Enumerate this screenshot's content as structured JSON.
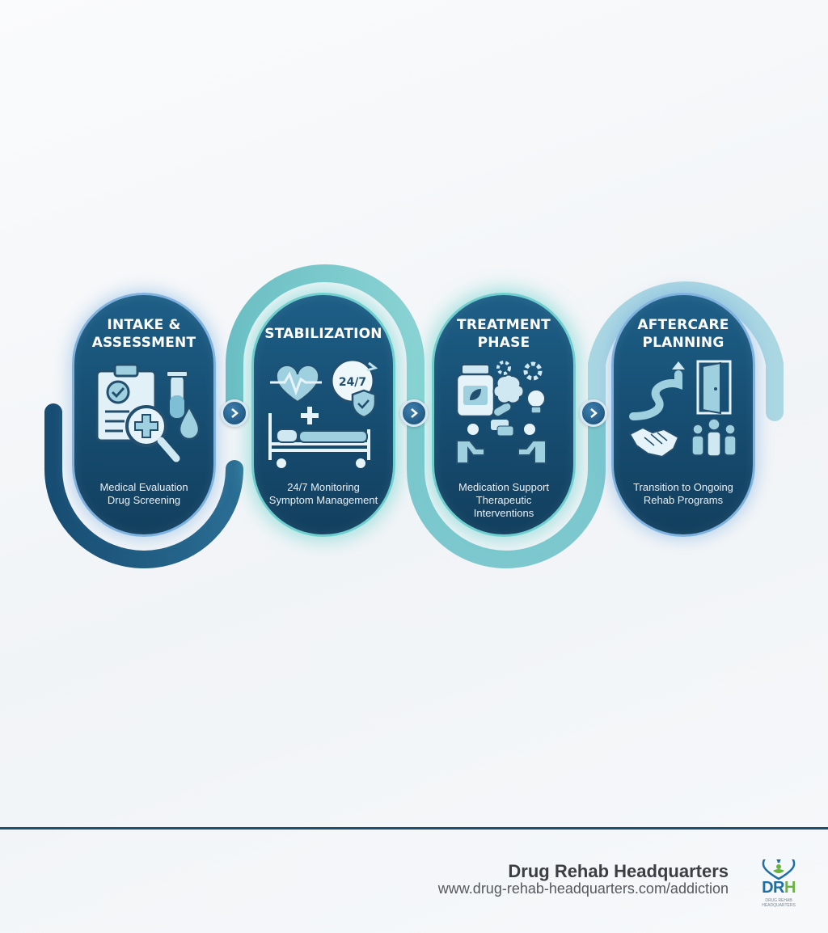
{
  "stages": [
    {
      "title": "INTAKE &\nASSESSMENT",
      "description": "Medical Evaluation\nDrug Screening",
      "icons": [
        "clipboard-check-icon",
        "magnifier-medical-cross-icon",
        "test-tube-icon",
        "blood-drop-icon"
      ]
    },
    {
      "title": "STABILIZATION",
      "description": "24/7 Monitoring\nSymptom Management",
      "icons": [
        "heartbeat-icon",
        "clock-24-7-icon",
        "shield-check-icon",
        "hospital-bed-icon"
      ],
      "clock_text": "24/7"
    },
    {
      "title": "TREATMENT\nPHASE",
      "description": "Medication Support\nTherapeutic\nInterventions",
      "icons": [
        "medicine-bottle-icon",
        "brain-gears-icon",
        "lightbulb-icon",
        "therapy-session-icon"
      ]
    },
    {
      "title": "AFTERCARE\nPLANNING",
      "description": "Transition to Ongoing\nRehab Programs",
      "icons": [
        "winding-path-arrow-icon",
        "open-door-icon",
        "handshake-icon",
        "group-people-icon"
      ]
    }
  ],
  "connectors": [
    "chevron-right-icon",
    "chevron-right-icon",
    "chevron-right-icon"
  ],
  "footer": {
    "brand": "Drug Rehab Headquarters",
    "url": "www.drug-rehab-headquarters.com/addiction",
    "logo_text": "DRH",
    "logo_tagline": "DRUG REHAB HEADQUARTERS"
  },
  "colors": {
    "card_dark": "#174f74",
    "path_dark": "#1b557c",
    "path_teal": "#6cc2c7",
    "path_light": "#a9d6e2",
    "icon_light": "#bfe2ee",
    "footer_rule": "#1d4f73",
    "logo_green": "#6bb33f",
    "logo_blue": "#1d6fa5"
  }
}
